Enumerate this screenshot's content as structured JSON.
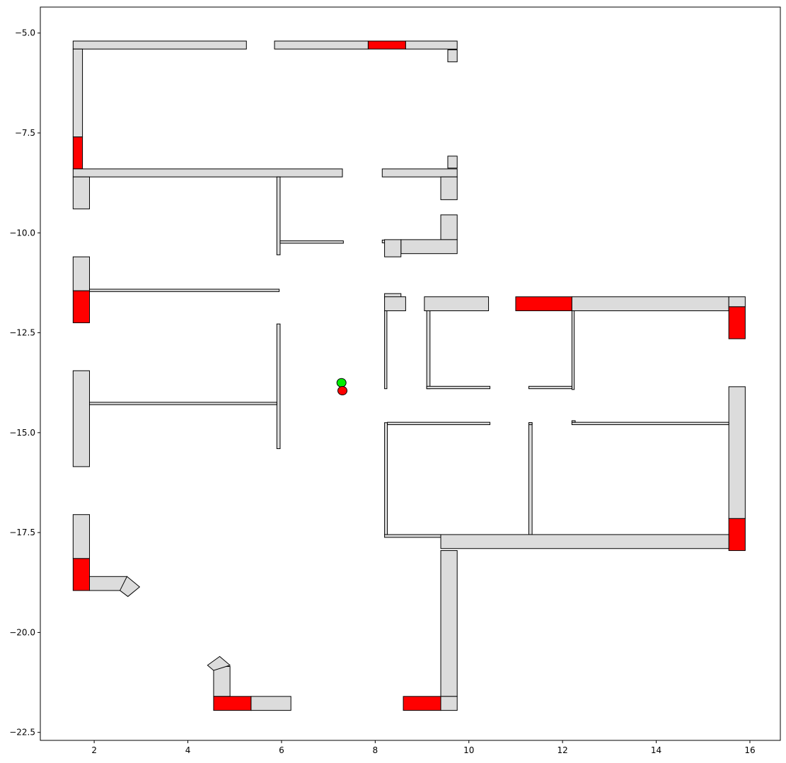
{
  "chart_data": {
    "type": "scatter",
    "title": "",
    "xlabel": "",
    "ylabel": "",
    "grid": false,
    "xlim": [
      0.85,
      16.65
    ],
    "ylim": [
      -22.7,
      -4.35
    ],
    "xticks": [
      2,
      4,
      6,
      8,
      10,
      12,
      14,
      16
    ],
    "yticks": [
      -5.0,
      -7.5,
      -10.0,
      -12.5,
      -15.0,
      -17.5,
      -20.0,
      -22.5
    ],
    "xtick_labels": [
      "2",
      "4",
      "6",
      "8",
      "10",
      "12",
      "14",
      "16"
    ],
    "ytick_labels": [
      "−5.0",
      "−7.5",
      "−10.0",
      "−12.5",
      "−15.0",
      "−17.5",
      "−20.0",
      "−22.5"
    ],
    "colors": {
      "obstacle": "#dcdcdc",
      "highlight": "#ff0000",
      "outline": "#000000",
      "green_marker": "#00ee00",
      "red_marker": "#ff0000"
    },
    "rects": [
      {
        "x0": 1.55,
        "x1": 5.25,
        "y0": -5.4,
        "y1": -5.2,
        "fill": "obstacle"
      },
      {
        "x0": 5.85,
        "x1": 7.85,
        "y0": -5.4,
        "y1": -5.2,
        "fill": "obstacle"
      },
      {
        "x0": 7.85,
        "x1": 8.65,
        "y0": -5.4,
        "y1": -5.2,
        "fill": "highlight"
      },
      {
        "x0": 8.65,
        "x1": 9.75,
        "y0": -5.4,
        "y1": -5.2,
        "fill": "obstacle"
      },
      {
        "x0": 9.55,
        "x1": 9.75,
        "y0": -5.72,
        "y1": -5.42,
        "fill": "obstacle"
      },
      {
        "x0": 1.55,
        "x1": 1.75,
        "y0": -7.6,
        "y1": -5.4,
        "fill": "obstacle"
      },
      {
        "x0": 1.55,
        "x1": 1.75,
        "y0": -8.4,
        "y1": -7.6,
        "fill": "highlight"
      },
      {
        "x0": 9.55,
        "x1": 9.75,
        "y0": -8.38,
        "y1": -8.08,
        "fill": "obstacle"
      },
      {
        "x0": 1.55,
        "x1": 7.3,
        "y0": -8.6,
        "y1": -8.4,
        "fill": "obstacle"
      },
      {
        "x0": 8.15,
        "x1": 9.75,
        "y0": -8.6,
        "y1": -8.4,
        "fill": "obstacle"
      },
      {
        "x0": 1.55,
        "x1": 1.9,
        "y0": -9.4,
        "y1": -8.6,
        "fill": "obstacle"
      },
      {
        "x0": 9.4,
        "x1": 9.75,
        "y0": -9.17,
        "y1": -8.6,
        "fill": "obstacle"
      },
      {
        "x0": 5.9,
        "x1": 5.97,
        "y0": -10.55,
        "y1": -8.6,
        "fill": "obstacle"
      },
      {
        "x0": 5.97,
        "x1": 7.32,
        "y0": -10.26,
        "y1": -10.2,
        "fill": "obstacle"
      },
      {
        "x0": 9.4,
        "x1": 9.75,
        "y0": -10.17,
        "y1": -9.55,
        "fill": "obstacle"
      },
      {
        "x0": 8.15,
        "x1": 8.22,
        "y0": -10.25,
        "y1": -10.18,
        "fill": "obstacle"
      },
      {
        "x0": 8.55,
        "x1": 9.75,
        "y0": -10.52,
        "y1": -10.17,
        "fill": "obstacle"
      },
      {
        "x0": 8.2,
        "x1": 8.55,
        "y0": -10.6,
        "y1": -10.17,
        "fill": "obstacle"
      },
      {
        "x0": 1.55,
        "x1": 1.9,
        "y0": -11.45,
        "y1": -10.6,
        "fill": "obstacle"
      },
      {
        "x0": 1.55,
        "x1": 1.9,
        "y0": -12.25,
        "y1": -11.45,
        "fill": "highlight"
      },
      {
        "x0": 1.9,
        "x1": 5.95,
        "y0": -11.47,
        "y1": -11.41,
        "fill": "obstacle"
      },
      {
        "x0": 8.2,
        "x1": 8.55,
        "y0": -11.64,
        "y1": -11.52,
        "fill": "obstacle"
      },
      {
        "x0": 8.2,
        "x1": 8.65,
        "y0": -11.95,
        "y1": -11.6,
        "fill": "obstacle"
      },
      {
        "x0": 9.05,
        "x1": 10.42,
        "y0": -11.95,
        "y1": -11.6,
        "fill": "obstacle"
      },
      {
        "x0": 11.0,
        "x1": 12.2,
        "y0": -11.95,
        "y1": -11.6,
        "fill": "highlight"
      },
      {
        "x0": 12.2,
        "x1": 15.55,
        "y0": -11.95,
        "y1": -11.6,
        "fill": "obstacle"
      },
      {
        "x0": 15.55,
        "x1": 15.9,
        "y0": -11.85,
        "y1": -11.6,
        "fill": "obstacle"
      },
      {
        "x0": 15.55,
        "x1": 15.9,
        "y0": -12.65,
        "y1": -11.85,
        "fill": "highlight"
      },
      {
        "x0": 8.2,
        "x1": 8.25,
        "y0": -13.9,
        "y1": -11.95,
        "fill": "obstacle"
      },
      {
        "x0": 9.1,
        "x1": 9.17,
        "y0": -13.9,
        "y1": -11.95,
        "fill": "obstacle"
      },
      {
        "x0": 12.2,
        "x1": 12.25,
        "y0": -13.92,
        "y1": -11.95,
        "fill": "obstacle"
      },
      {
        "x0": 9.1,
        "x1": 10.45,
        "y0": -13.9,
        "y1": -13.84,
        "fill": "obstacle"
      },
      {
        "x0": 11.28,
        "x1": 12.2,
        "y0": -13.9,
        "y1": -13.84,
        "fill": "obstacle"
      },
      {
        "x0": 5.9,
        "x1": 5.97,
        "y0": -15.4,
        "y1": -12.28,
        "fill": "obstacle"
      },
      {
        "x0": 1.55,
        "x1": 1.9,
        "y0": -15.85,
        "y1": -13.45,
        "fill": "obstacle"
      },
      {
        "x0": 1.9,
        "x1": 5.9,
        "y0": -14.3,
        "y1": -14.24,
        "fill": "obstacle"
      },
      {
        "x0": 15.55,
        "x1": 15.9,
        "y0": -17.15,
        "y1": -13.85,
        "fill": "obstacle"
      },
      {
        "x0": 15.55,
        "x1": 15.9,
        "y0": -17.95,
        "y1": -17.15,
        "fill": "highlight"
      },
      {
        "x0": 8.2,
        "x1": 8.26,
        "y0": -17.55,
        "y1": -14.75,
        "fill": "obstacle"
      },
      {
        "x0": 8.26,
        "x1": 10.45,
        "y0": -14.8,
        "y1": -14.74,
        "fill": "obstacle"
      },
      {
        "x0": 11.28,
        "x1": 11.35,
        "y0": -17.55,
        "y1": -14.75,
        "fill": "obstacle"
      },
      {
        "x0": 11.28,
        "x1": 11.35,
        "y0": -14.8,
        "y1": -14.75,
        "fill": "obstacle"
      },
      {
        "x0": 12.2,
        "x1": 15.55,
        "y0": -14.8,
        "y1": -14.74,
        "fill": "obstacle"
      },
      {
        "x0": 12.2,
        "x1": 12.27,
        "y0": -14.74,
        "y1": -14.7,
        "fill": "obstacle"
      },
      {
        "x0": 8.2,
        "x1": 9.4,
        "y0": -17.62,
        "y1": -17.55,
        "fill": "obstacle"
      },
      {
        "x0": 9.4,
        "x1": 15.55,
        "y0": -17.9,
        "y1": -17.55,
        "fill": "obstacle"
      },
      {
        "x0": 1.55,
        "x1": 1.9,
        "y0": -18.15,
        "y1": -17.05,
        "fill": "obstacle"
      },
      {
        "x0": 1.55,
        "x1": 1.9,
        "y0": -18.95,
        "y1": -18.15,
        "fill": "highlight"
      },
      {
        "x0": 1.9,
        "x1": 2.7,
        "y0": -18.95,
        "y1": -18.6,
        "fill": "obstacle"
      },
      {
        "x0": 9.4,
        "x1": 9.75,
        "y0": -21.6,
        "y1": -17.95,
        "fill": "obstacle"
      },
      {
        "x0": 4.55,
        "x1": 4.9,
        "y0": -21.6,
        "y1": -20.85,
        "fill": "obstacle"
      },
      {
        "x0": 4.55,
        "x1": 5.35,
        "y0": -21.95,
        "y1": -21.6,
        "fill": "highlight"
      },
      {
        "x0": 5.35,
        "x1": 6.2,
        "y0": -21.95,
        "y1": -21.6,
        "fill": "obstacle"
      },
      {
        "x0": 8.6,
        "x1": 9.4,
        "y0": -21.95,
        "y1": -21.6,
        "fill": "highlight"
      },
      {
        "x0": 9.4,
        "x1": 9.75,
        "y0": -21.95,
        "y1": -21.6,
        "fill": "obstacle"
      }
    ],
    "polygons": [
      {
        "points": [
          [
            2.7,
            -18.6
          ],
          [
            2.97,
            -18.86
          ],
          [
            2.72,
            -19.1
          ],
          [
            2.55,
            -18.95
          ]
        ],
        "fill": "obstacle"
      },
      {
        "points": [
          [
            4.42,
            -20.82
          ],
          [
            4.68,
            -20.6
          ],
          [
            4.9,
            -20.82
          ],
          [
            4.55,
            -20.95
          ]
        ],
        "fill": "obstacle"
      }
    ],
    "markers": [
      {
        "x": 7.28,
        "y": -13.75,
        "fill": "green_marker"
      },
      {
        "x": 7.3,
        "y": -13.95,
        "fill": "red_marker"
      }
    ]
  }
}
